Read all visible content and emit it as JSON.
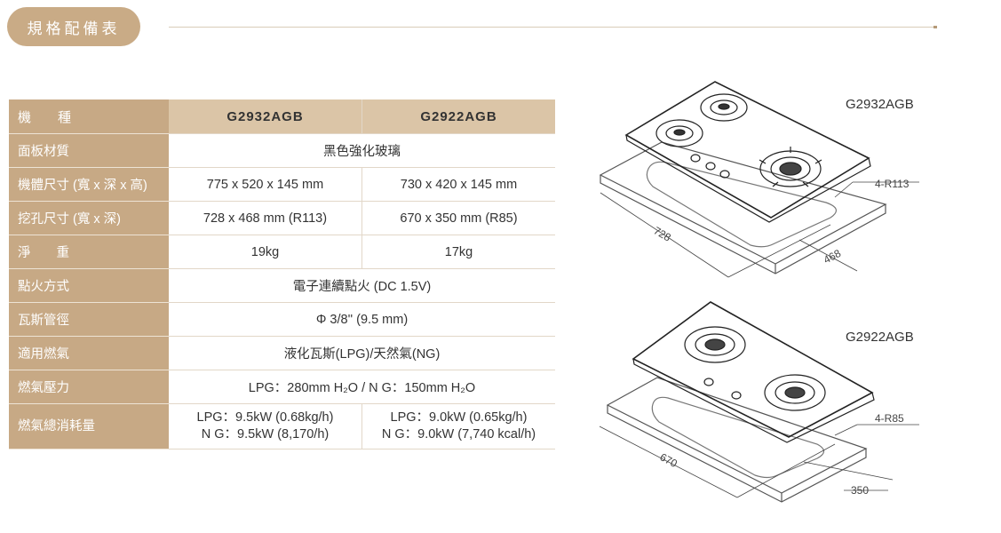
{
  "section_title": "規格配備表",
  "table": {
    "header": {
      "label": "機　　種",
      "models": [
        "G2932AGB",
        "G2922AGB"
      ]
    },
    "rows": [
      {
        "label": "面板材質",
        "merged": "黑色強化玻璃"
      },
      {
        "label": "機體尺寸 (寬 x 深 x 高)",
        "values": [
          "775 x 520 x 145 mm",
          "730 x 420 x 145 mm"
        ]
      },
      {
        "label": "挖孔尺寸 (寬 x 深)",
        "values": [
          "728 x 468 mm (R113)",
          "670 x 350 mm (R85)"
        ]
      },
      {
        "label": "淨　　重",
        "values": [
          "19kg",
          "17kg"
        ]
      },
      {
        "label": "點火方式",
        "merged": "電子連續點火 (DC 1.5V)"
      },
      {
        "label": "瓦斯管徑",
        "merged": "Φ 3/8'' (9.5 mm)"
      },
      {
        "label": "適用燃氣",
        "merged": "液化瓦斯(LPG)/天然氣(NG)"
      },
      {
        "label": "燃氣壓力",
        "merged": "LPG：280mm H₂O / N G：150mm H₂O"
      },
      {
        "label": "燃氣總消耗量",
        "values2": [
          [
            "LPG：9.5kW (0.68kg/h)",
            "N G：9.5kW (8,170/h)"
          ],
          [
            "LPG：9.0kW (0.65kg/h)",
            "N G：9.0kW (7,740 kcal/h)"
          ]
        ]
      }
    ]
  },
  "drawings": [
    {
      "model": "G2932AGB",
      "radius": "4-R113",
      "width": "728",
      "depth": "468"
    },
    {
      "model": "G2922AGB",
      "radius": "4-R85",
      "width": "670",
      "depth": "350"
    }
  ]
}
